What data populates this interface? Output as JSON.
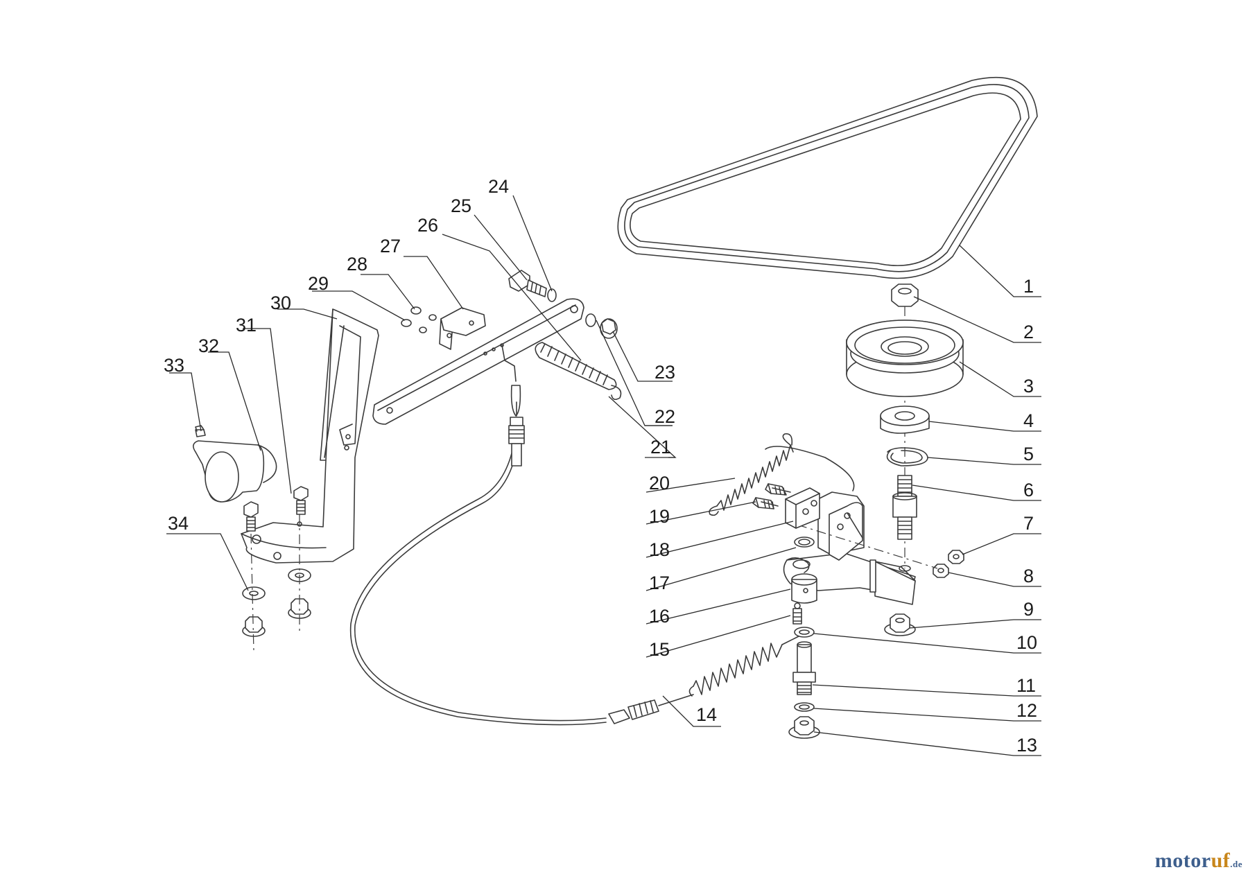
{
  "diagram": {
    "callouts": [
      {
        "id": "c1",
        "label": "1"
      },
      {
        "id": "c2",
        "label": "2"
      },
      {
        "id": "c3",
        "label": "3"
      },
      {
        "id": "c4",
        "label": "4"
      },
      {
        "id": "c5",
        "label": "5"
      },
      {
        "id": "c6",
        "label": "6"
      },
      {
        "id": "c7",
        "label": "7"
      },
      {
        "id": "c8",
        "label": "8"
      },
      {
        "id": "c9",
        "label": "9"
      },
      {
        "id": "c10",
        "label": "10"
      },
      {
        "id": "c11",
        "label": "11"
      },
      {
        "id": "c12",
        "label": "12"
      },
      {
        "id": "c13",
        "label": "13"
      },
      {
        "id": "c14",
        "label": "14"
      },
      {
        "id": "c15",
        "label": "15"
      },
      {
        "id": "c16",
        "label": "16"
      },
      {
        "id": "c17",
        "label": "17"
      },
      {
        "id": "c18",
        "label": "18"
      },
      {
        "id": "c19",
        "label": "19"
      },
      {
        "id": "c20",
        "label": "20"
      },
      {
        "id": "c21",
        "label": "21"
      },
      {
        "id": "c22",
        "label": "22"
      },
      {
        "id": "c23",
        "label": "23"
      },
      {
        "id": "c24",
        "label": "24"
      },
      {
        "id": "c25",
        "label": "25"
      },
      {
        "id": "c26",
        "label": "26"
      },
      {
        "id": "c27",
        "label": "27"
      },
      {
        "id": "c28",
        "label": "28"
      },
      {
        "id": "c29",
        "label": "29"
      },
      {
        "id": "c30",
        "label": "30"
      },
      {
        "id": "c31",
        "label": "31"
      },
      {
        "id": "c32",
        "label": "32"
      },
      {
        "id": "c33",
        "label": "33"
      },
      {
        "id": "c34",
        "label": "34"
      }
    ]
  },
  "brand": {
    "part1": "motor",
    "part2": "uf",
    "part3": ".de"
  },
  "colors": {
    "line": "#3a3a3a",
    "brand_blue": "#3d5e8c",
    "brand_orange": "#c8861b"
  }
}
